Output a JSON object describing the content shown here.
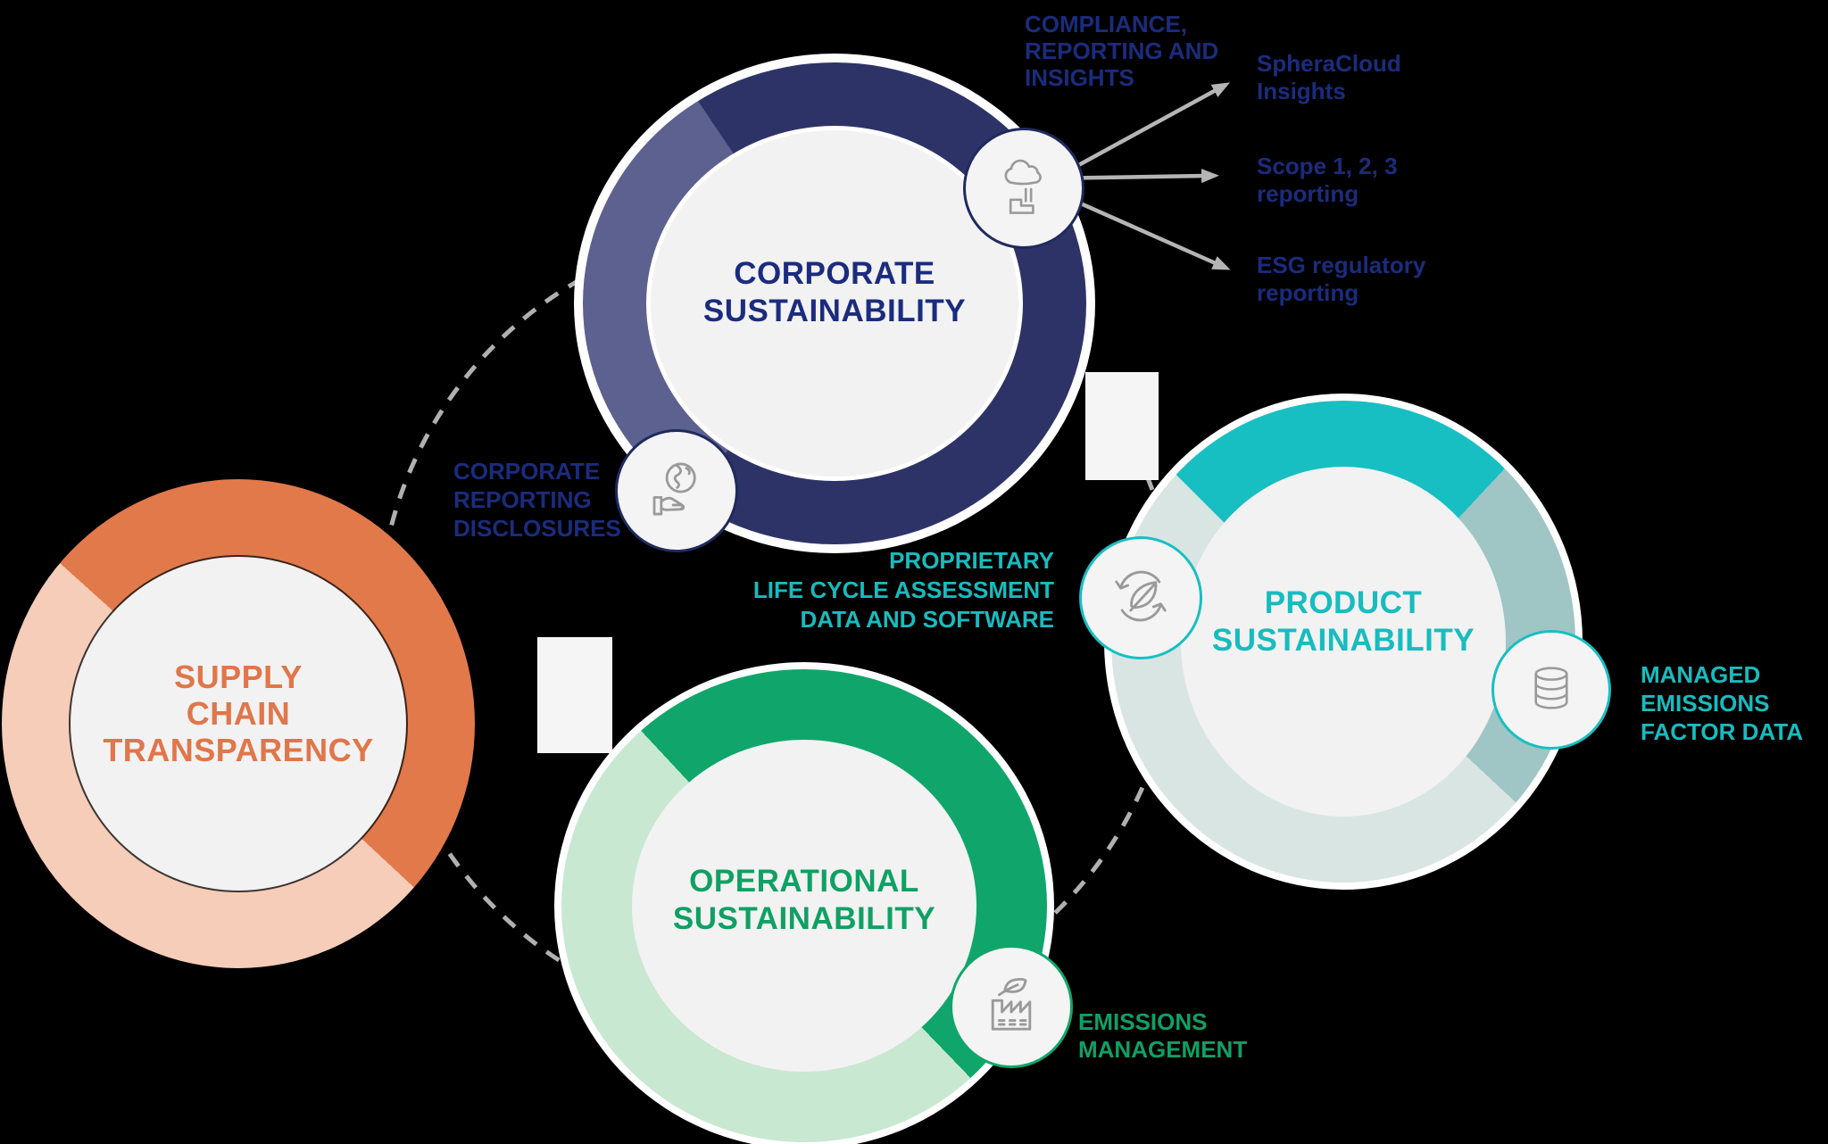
{
  "circles": {
    "corporate": {
      "title": "CORPORATE\nSUSTAINABILITY",
      "ring_color": "#2E3367",
      "ring_color_light": "#5C6190",
      "text_color": "#1B2C7E"
    },
    "product": {
      "title": "PRODUCT\nSUSTAINABILITY",
      "ring_color": "#18BFC2",
      "ring_color_medium": "#9FC5C5",
      "ring_color_pale": "#D9E5E3",
      "text_color": "#17BCBF"
    },
    "operational": {
      "title": "OPERATIONAL\nSUSTAINABILITY",
      "ring_color": "#10A66B",
      "ring_color_light": "#C8E8D1",
      "text_color": "#10A064"
    },
    "supply": {
      "title": "SUPPLY\nCHAIN\nTRANSPARENCY",
      "ring_color": "#E2794B",
      "ring_color_light": "#F5CDB9",
      "text_color": "#E0764A"
    }
  },
  "labels": {
    "compliance": {
      "text": "COMPLIANCE,\nREPORTING AND\nINSIGHTS",
      "color": "#1B2C7E"
    },
    "corporate_reporting": {
      "text": "CORPORATE\nREPORTING\nDISCLOSURES",
      "color": "#1B2C7E"
    },
    "proprietary_lca": {
      "text": "PROPRIETARY\nLIFE CYCLE ASSESSMENT\nDATA AND SOFTWARE",
      "color": "#17BCBF"
    },
    "managed_emissions": {
      "text": "MANAGED\nEMISSIONS\nFACTOR DATA",
      "color": "#17BCBF"
    },
    "emissions_management": {
      "text": "EMISSIONS\nMANAGEMENT",
      "color": "#10A064"
    }
  },
  "bullets": [
    {
      "text": "SpheraCloud\nInsights"
    },
    {
      "text": "Scope 1, 2, 3\nreporting"
    },
    {
      "text": "ESG regulatory\nreporting"
    }
  ],
  "icons": {
    "corporate_top": "factory-emissions-cloud-icon",
    "corporate_bottom": "globe-in-hand-icon",
    "product_left": "recycle-leaf-icon",
    "product_right": "database-icon",
    "operational_right": "green-factory-leaf-icon"
  },
  "colors": {
    "background": "#000000",
    "inner_circle": "#F2F2F2",
    "halo": "#FFFFFF",
    "dashed_line": "#B0B0B0",
    "arrow": "#B5B5B5",
    "icon_stroke": "#9A9A9A",
    "connector_rect": "#F5F5F6",
    "badge_border_navy": "#1F2A5E",
    "badge_border_teal": "#18BFC2",
    "badge_border_green": "#10A66B"
  }
}
